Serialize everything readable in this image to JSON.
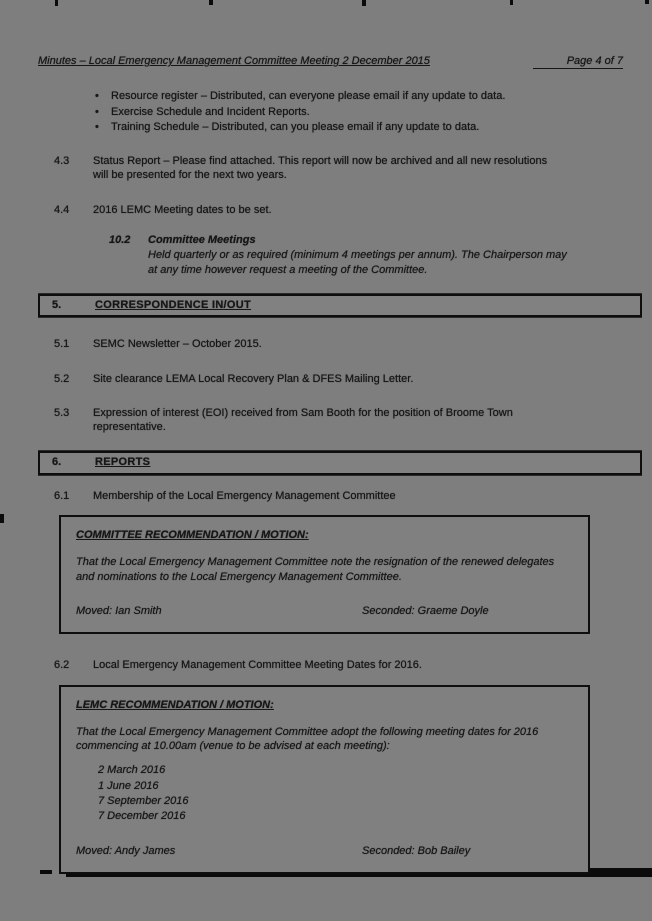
{
  "header": {
    "title": "Minutes – Local Emergency Management Committee Meeting 2 December 2015",
    "page_label": "Page 4 of 7"
  },
  "bullets": [
    "Resource register – Distributed, can everyone please email if any update to data.",
    "Exercise Schedule and Incident Reports.",
    "Training Schedule – Distributed, can you please email if any update to data."
  ],
  "items_4": [
    {
      "num": "4.3",
      "text": "Status Report – Please find attached. This report will now be archived and all new resolutions will be presented for the next two years."
    },
    {
      "num": "4.4",
      "text": "2016 LEMC Meeting dates to be set."
    }
  ],
  "item_10_2": {
    "num": "10.2",
    "title": "Committee Meetings",
    "body": "Held quarterly or as required (minimum 4 meetings per annum). The Chairperson may at any time however request a meeting of the Committee."
  },
  "section_5": {
    "num": "5.",
    "title": "CORRESPONDENCE IN/OUT",
    "items": [
      {
        "num": "5.1",
        "text": "SEMC Newsletter – October 2015."
      },
      {
        "num": "5.2",
        "text": "Site clearance LEMA Local Recovery Plan & DFES Mailing Letter."
      },
      {
        "num": "5.3",
        "text": "Expression of interest (EOI) received from Sam Booth for the position of Broome Town representative."
      }
    ]
  },
  "section_6": {
    "num": "6.",
    "title": "REPORTS"
  },
  "item_6_1": {
    "num": "6.1",
    "text": "Membership of the Local Emergency Management Committee"
  },
  "motion_1": {
    "heading": "COMMITTEE RECOMMENDATION / MOTION:",
    "body": "That the Local Emergency Management Committee note the resignation of the renewed delegates and nominations to the Local Emergency Management Committee.",
    "moved": "Moved: Ian Smith",
    "seconded": "Seconded: Graeme Doyle"
  },
  "item_6_2": {
    "num": "6.2",
    "text": "Local Emergency Management Committee Meeting Dates for 2016."
  },
  "motion_2": {
    "heading": "LEMC RECOMMENDATION / MOTION:",
    "body": "That the Local Emergency Management Committee adopt the following meeting dates for 2016 commencing at 10.00am (venue to be advised at each meeting):",
    "dates": [
      "2 March 2016",
      "1 June 2016",
      "7 September 2016",
      "7 December 2016"
    ],
    "moved": "Moved: Andy James",
    "seconded": "Seconded: Bob Bailey"
  },
  "colors": {
    "page_bg": "#7e7e7e",
    "ink": "#161616",
    "artifact": "#0b0b0b"
  }
}
